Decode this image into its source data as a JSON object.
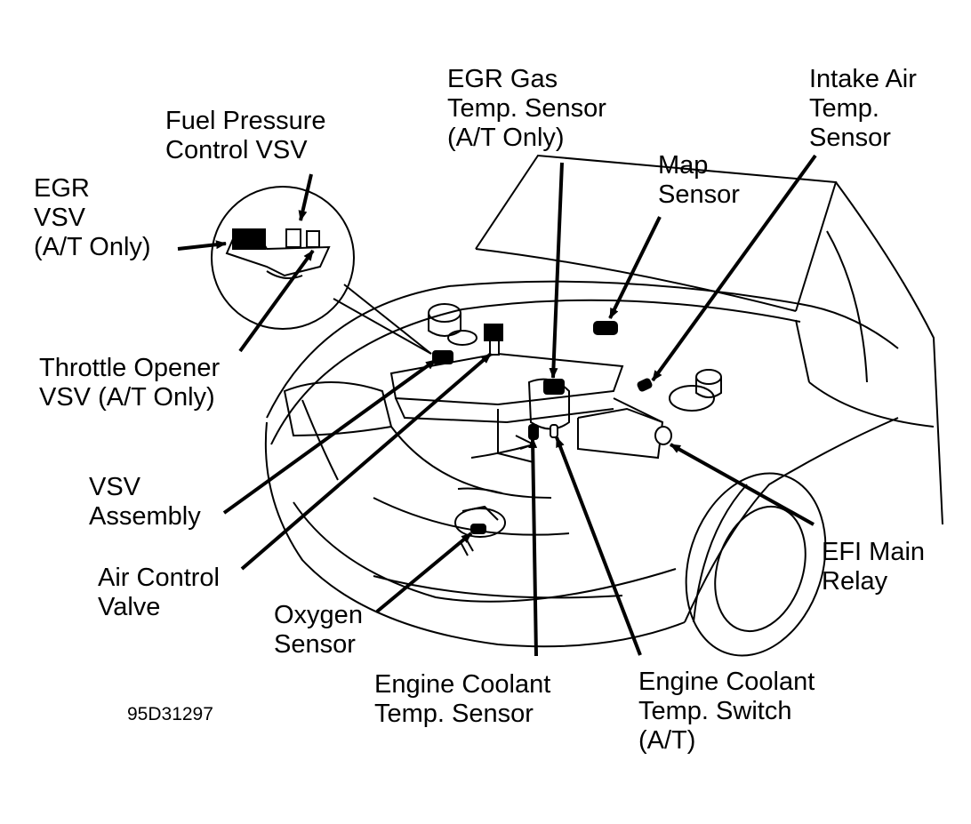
{
  "labels": {
    "egr_vsv": [
      "EGR",
      "VSV",
      "(A/T Only)"
    ],
    "fuel_pressure_vsv": [
      "Fuel Pressure",
      "Control VSV"
    ],
    "egr_gas_temp_sensor": [
      "EGR Gas",
      "Temp. Sensor",
      "(A/T Only)"
    ],
    "intake_air_temp_sensor": [
      "Intake Air",
      "Temp.",
      "Sensor"
    ],
    "map_sensor": [
      "Map",
      "Sensor"
    ],
    "throttle_opener_vsv": [
      "Throttle Opener",
      "VSV (A/T Only)"
    ],
    "vsv_assembly": [
      "VSV",
      "Assembly"
    ],
    "air_control_valve": [
      "Air Control",
      "Valve"
    ],
    "oxygen_sensor": [
      "Oxygen",
      "Sensor"
    ],
    "engine_coolant_temp_sensor": [
      "Engine Coolant",
      "Temp. Sensor"
    ],
    "engine_coolant_temp_switch": [
      "Engine Coolant",
      "Temp. Switch",
      "(A/T)"
    ],
    "efi_main_relay": [
      "EFI Main",
      "Relay"
    ]
  },
  "figure_code": "95D31297",
  "colors": {
    "ink": "#000000",
    "paper": "#ffffff"
  }
}
